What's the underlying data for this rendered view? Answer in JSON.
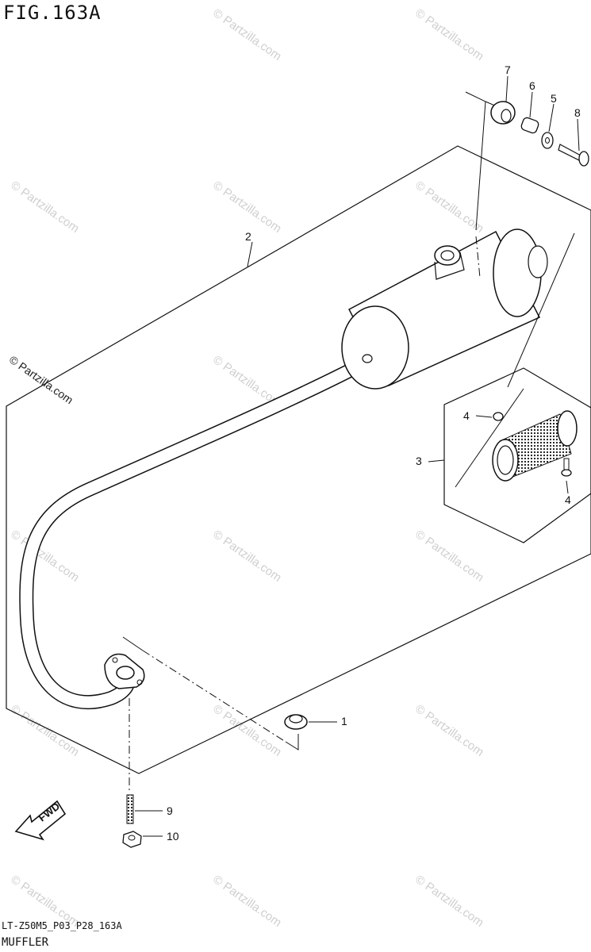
{
  "figure": {
    "title": "FIG.163A",
    "code": "LT-Z50M5_P03_P28_163A",
    "name": "MUFFLER"
  },
  "watermark_text": "© Partzilla.com",
  "callouts": {
    "c1": "1",
    "c2": "2",
    "c3": "3",
    "c4a": "4",
    "c4b": "4",
    "c5": "5",
    "c6": "6",
    "c7": "7",
    "c8": "8",
    "c9": "9",
    "c10": "10"
  },
  "fwd_label": "FWD"
}
